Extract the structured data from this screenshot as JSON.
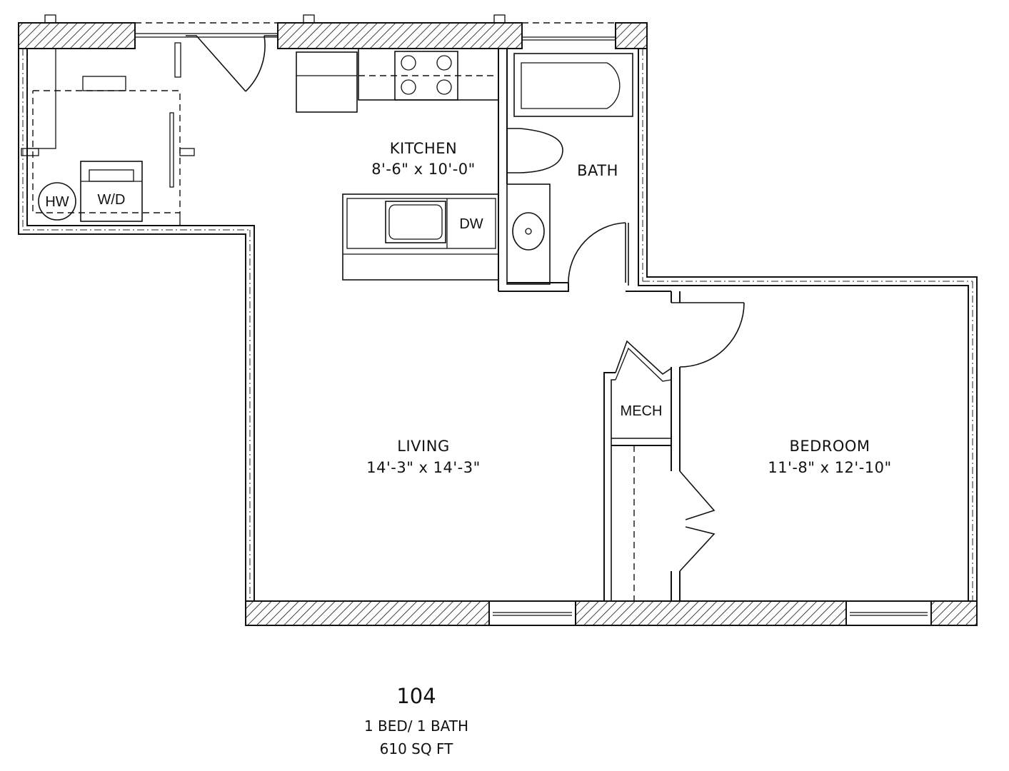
{
  "rooms": {
    "kitchen": {
      "name": "KITCHEN",
      "size": "8'-6\" x 10'-0\""
    },
    "bath": {
      "name": "BATH"
    },
    "living": {
      "name": "LIVING",
      "size": "14'-3\" x 14'-3\""
    },
    "bedroom": {
      "name": "BEDROOM",
      "size": "11'-8\" x 12'-10\""
    },
    "mech": {
      "name": "MECH"
    }
  },
  "fixtures": {
    "water_heater": "HW",
    "washer_dryer": "W/D",
    "dishwasher": "DW"
  },
  "unit": {
    "number": "104",
    "type": "1 BED/ 1 BATH",
    "area": "610 SQ FT"
  },
  "colors": {
    "line": "#111111",
    "background": "#ffffff"
  }
}
